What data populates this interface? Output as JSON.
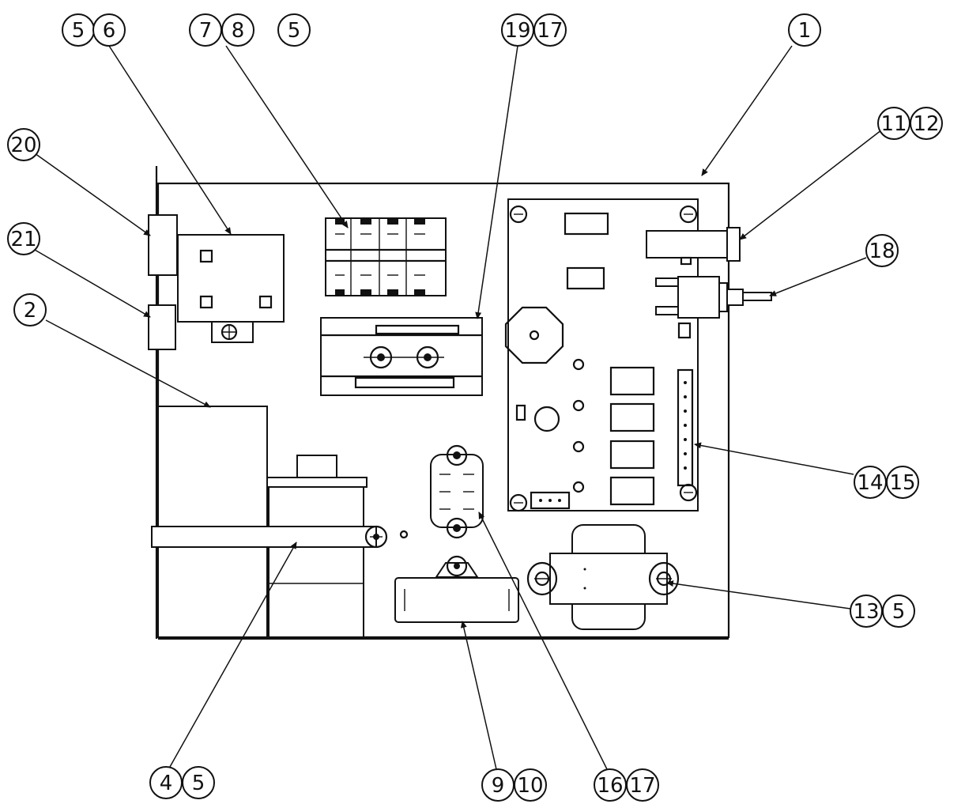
{
  "callouts": [
    {
      "id": "c1",
      "numbers": [
        "5",
        "6"
      ]
    },
    {
      "id": "c2",
      "numbers": [
        "7",
        "8",
        "5"
      ]
    },
    {
      "id": "c3",
      "numbers": [
        "19",
        "17"
      ]
    },
    {
      "id": "c4",
      "numbers": [
        "1"
      ]
    },
    {
      "id": "c5",
      "numbers": [
        "11",
        "12"
      ]
    },
    {
      "id": "c6",
      "numbers": [
        "20"
      ]
    },
    {
      "id": "c7",
      "numbers": [
        "21"
      ]
    },
    {
      "id": "c8",
      "numbers": [
        "18"
      ]
    },
    {
      "id": "c9",
      "numbers": [
        "2"
      ]
    },
    {
      "id": "c10",
      "numbers": [
        "14",
        "15"
      ]
    },
    {
      "id": "c11",
      "numbers": [
        "13",
        "5"
      ]
    },
    {
      "id": "c12",
      "numbers": [
        "4",
        "5"
      ]
    },
    {
      "id": "c13",
      "numbers": [
        "9",
        "10"
      ]
    },
    {
      "id": "c14",
      "numbers": [
        "16",
        "17"
      ]
    }
  ]
}
